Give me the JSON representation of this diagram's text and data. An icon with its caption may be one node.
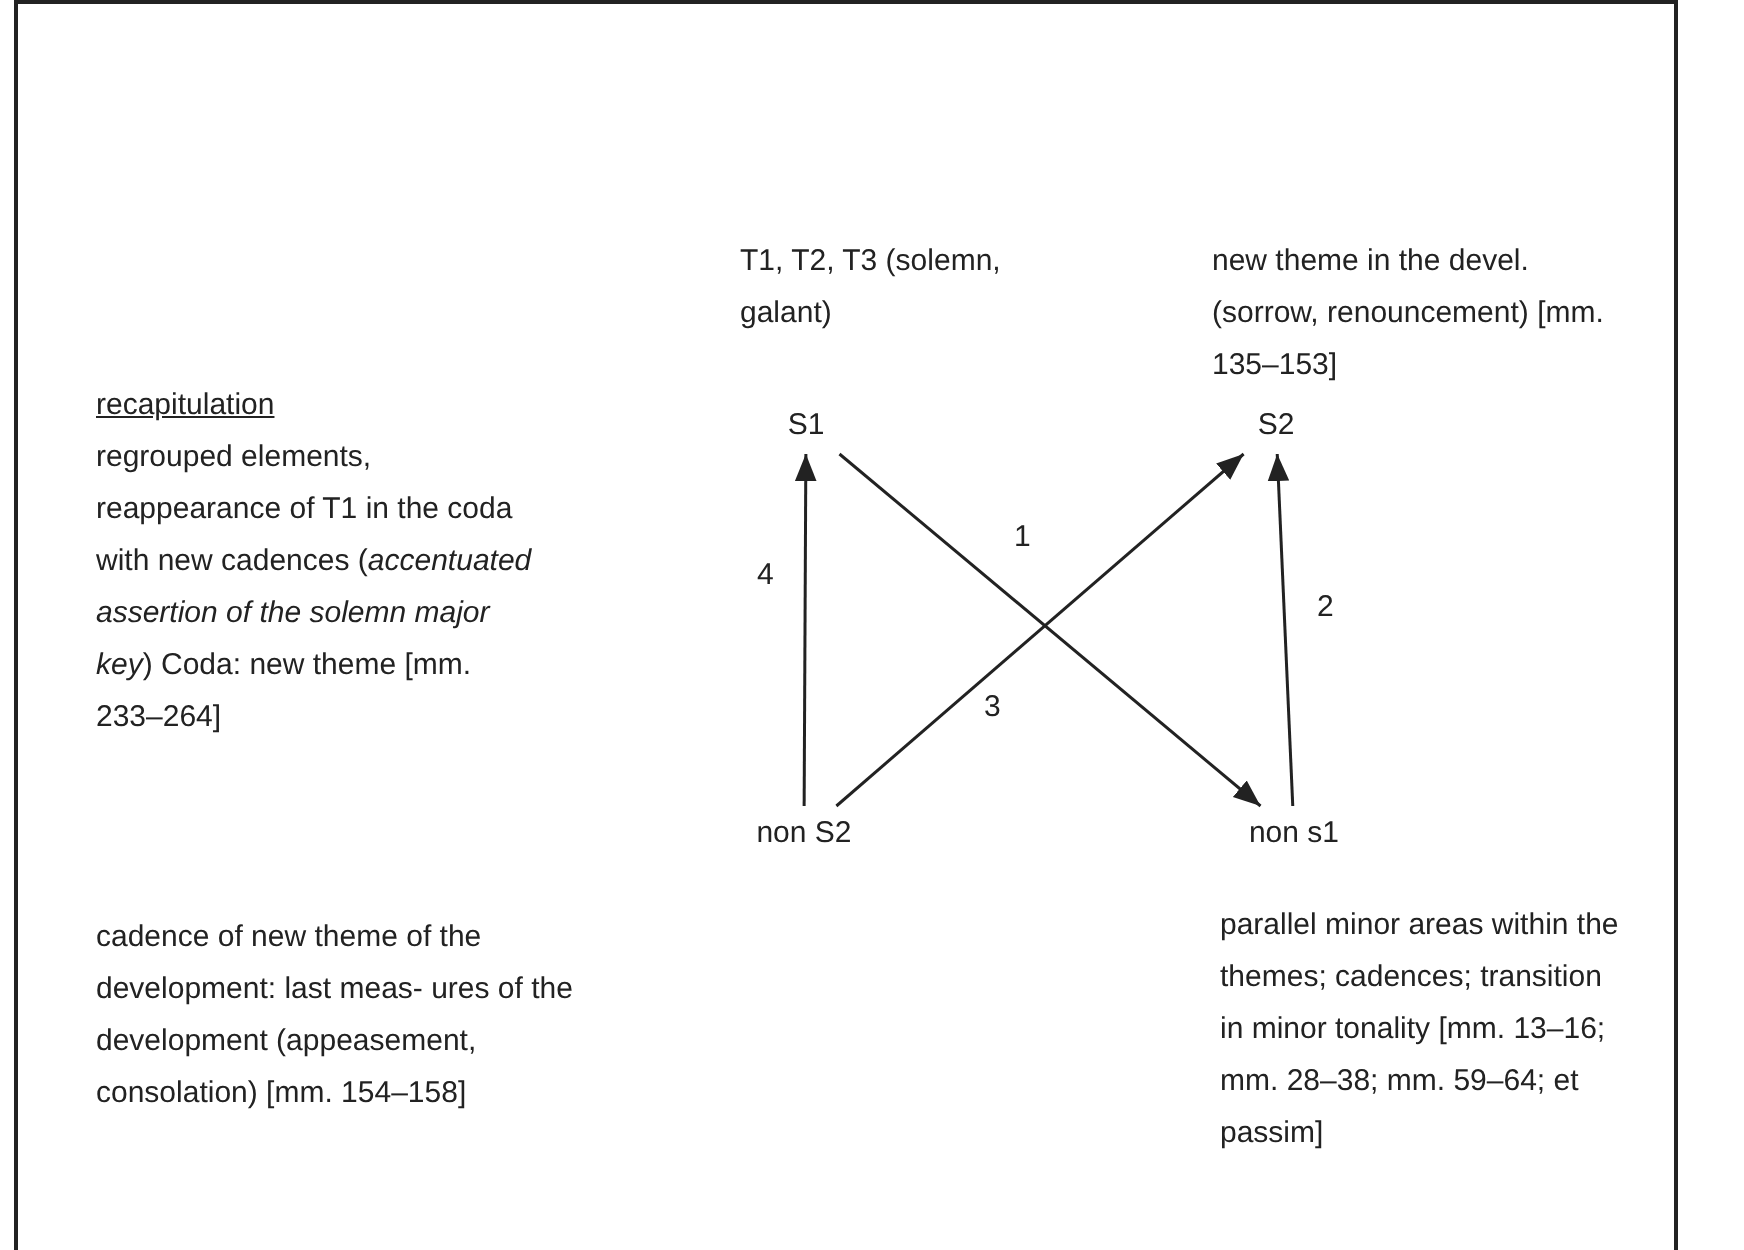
{
  "diagram": {
    "nodes": [
      {
        "text": [
          "S1"
        ]
      },
      {
        "text": [
          "S2"
        ],
        "beside": [
          "new theme in the devel. (sorrow, renouncement) [mm. 135–153]"
        ]
      },
      {
        "text": [
          "non S2"
        ]
      },
      {
        "text": [
          "non s1"
        ],
        "beside": [
          "parallel minor areas within the themes; cadences; transition in minor tonality [mm. 13–16; mm. 28–38; mm. 59–64; et passim]"
        ]
      }
    ],
    "edges": [
      {
        "from": 0,
        "to": 3,
        "arrow": "to",
        "label": "1"
      },
      {
        "from": 3,
        "to": 1,
        "arrow": "to",
        "label": "2"
      },
      {
        "from": 2,
        "to": 1,
        "arrow": "to",
        "label": "3"
      },
      {
        "from": 2,
        "to": 0,
        "arrow": "to",
        "label": "4"
      }
    ],
    "labels": [
      "T1, T2, T3 (solemn, galant)",
      "recapitulation",
      "regrouped elements, reappearance of T1 in the coda with new cadences (*accentuated assertion of the solemn major key*) Coda: new theme [mm. 233–264]",
      "cadence of new theme of the development: last meas- ures of the development (appeasement, consolation) [mm. 154–158]"
    ]
  }
}
